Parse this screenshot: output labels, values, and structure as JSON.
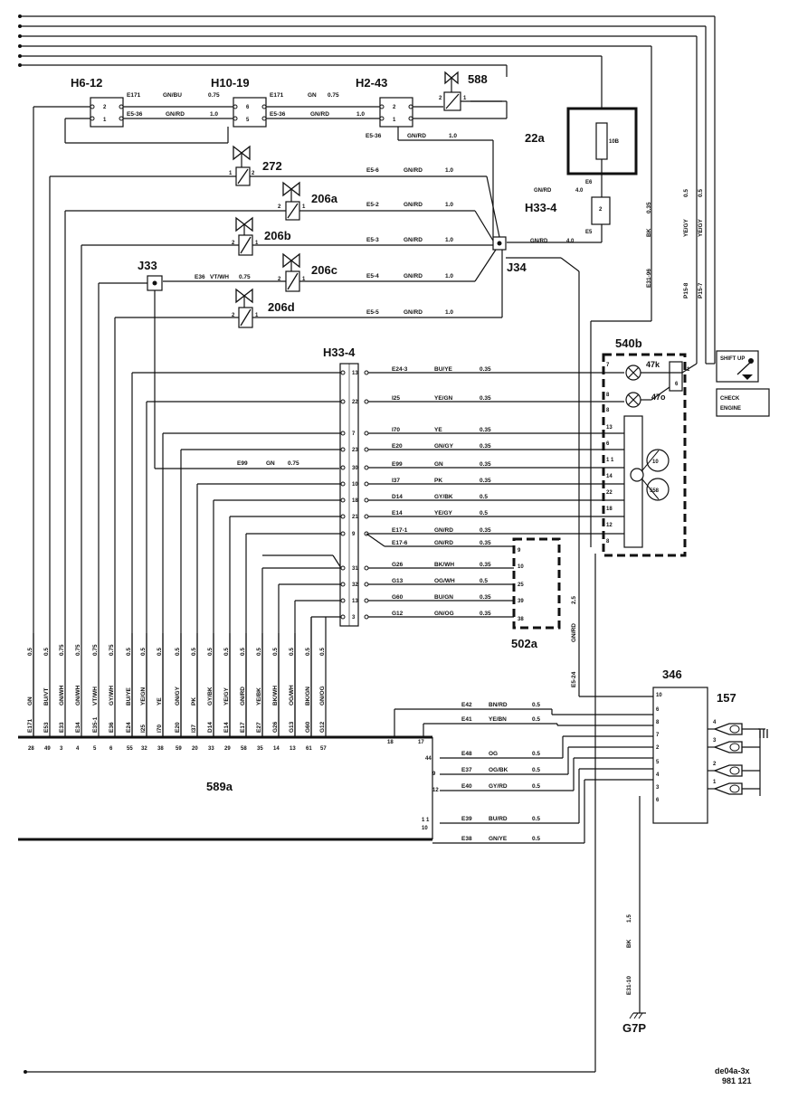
{
  "components": {
    "h6_12": "H6-12",
    "h10_19": "H10-19",
    "h2_43": "H2-43",
    "c588": "588",
    "c22a": "22a",
    "c272": "272",
    "c206a": "206a",
    "c206b": "206b",
    "c206c": "206c",
    "c206d": "206d",
    "h33_4_top": "H33-4",
    "j33": "J33",
    "j34": "J34",
    "h33_4": "H33-4",
    "c540b": "540b",
    "c47k": "47k",
    "c47o": "47o",
    "c502a": "502a",
    "c346": "346",
    "c157": "157",
    "c589a": "589a",
    "g7p": "G7P",
    "fuse_10a": "10B",
    "gauge_10": "10",
    "gauge_558": "558"
  },
  "panels": {
    "shift_up": "SHIFT UP",
    "check_engine_1": "CHECK",
    "check_engine_2": "ENGINE"
  },
  "footer": {
    "code": "de04a-3x",
    "page": "981    121"
  },
  "top_wires": {
    "w1_id": "E171",
    "w1_col": "GN/BU",
    "w1_sz": "0.75",
    "w2_id": "E171",
    "w2_col": "GN",
    "w2_sz": "0.75",
    "w3_id": "E5-36",
    "w3_col": "GN/RD",
    "w3_sz": "1.0",
    "w4_id": "E5-36",
    "w4_col": "GN/RD",
    "w4_sz": "1.0",
    "w5_id": "E5-36",
    "w5_col": "GN/RD",
    "w5_sz": "1.0",
    "w6_id": "E5-6",
    "w6_col": "GN/RD",
    "w6_sz": "1.0",
    "w7_id": "E5-2",
    "w7_col": "GN/RD",
    "w7_sz": "1.0",
    "w8_id": "E5-3",
    "w8_col": "GN/RD",
    "w8_sz": "1.0",
    "w9_id": "E5-4",
    "w9_col": "GN/RD",
    "w9_sz": "1.0",
    "w10_id": "E5-5",
    "w10_col": "GN/RD",
    "w10_sz": "1.0",
    "w11_id": "E36",
    "w11_col": "VT/WH",
    "w11_sz": "0.75",
    "w12_id": "E5",
    "w12_col": "GN/RD",
    "w12_sz": "4.0",
    "w13_id": "E6",
    "w13_sz": "4.0",
    "w14_id": "E5",
    "w14_col": "GN/RD",
    "w14_sz": "4.0"
  },
  "right_vertical": {
    "bk_sz": "0.35",
    "bk_col": "BK",
    "bk_id": "E31-96",
    "y1_sz": "0.5",
    "y1_col": "YE/GY",
    "y1_id": "P15-8",
    "y2_sz": "0.5",
    "y2_col": "YE/GY",
    "y2_id": "P15-7",
    "gr_sz": "2.5",
    "gr_col": "GN/RD",
    "gr_id": "E5-24",
    "g7_sz": "1.5",
    "g7_col": "BK",
    "g7_id": "E31-10"
  },
  "h33_rows": [
    {
      "pin": "13",
      "id": "E24-3",
      "col": "BU/YE",
      "sz": "0.35"
    },
    {
      "pin": "22",
      "id": "I25",
      "col": "YE/GN",
      "sz": "0.35"
    },
    {
      "pin": "7",
      "id": "I70",
      "col": "YE",
      "sz": "0.35"
    },
    {
      "pin": "23",
      "id": "E20",
      "col": "GN/GY",
      "sz": "0.35"
    },
    {
      "pin": "30",
      "id": "E99",
      "col": "GN",
      "sz": "0.35"
    },
    {
      "pin": "10",
      "id": "I37",
      "col": "PK",
      "sz": "0.35"
    },
    {
      "pin": "18",
      "id": "D14",
      "col": "GY/BK",
      "sz": "0.5"
    },
    {
      "pin": "21",
      "id": "E14",
      "col": "YE/GY",
      "sz": "0.5"
    },
    {
      "pin": "9",
      "id": "E17-1",
      "col": "GN/RD",
      "sz": "0.35"
    },
    {
      "pin": "",
      "id": "E17-6",
      "col": "GN/RD",
      "sz": "0.35"
    },
    {
      "pin": "31",
      "id": "G26",
      "col": "BK/WH",
      "sz": "0.35"
    },
    {
      "pin": "32",
      "id": "G13",
      "col": "OG/WH",
      "sz": "0.5"
    },
    {
      "pin": "13",
      "id": "G60",
      "col": "BU/GN",
      "sz": "0.35"
    },
    {
      "pin": "3",
      "id": "G12",
      "col": "GN/OG",
      "sz": "0.35"
    }
  ],
  "e99_left": {
    "id": "E99",
    "col": "GN",
    "sz": "0.75"
  },
  "b540_pins": [
    "7",
    "8",
    "8",
    "13",
    "6",
    "1 1",
    "14",
    "22",
    "18",
    "12",
    "8"
  ],
  "b540_top_pins": [
    "1",
    "6"
  ],
  "b502_pins": [
    "9",
    "10",
    "25",
    "39",
    "38"
  ],
  "left_columns": [
    {
      "sz": "0.5",
      "col": "GN",
      "id": "E171",
      "pin": "28"
    },
    {
      "sz": "0.5",
      "col": "BU/VT",
      "id": "E53",
      "pin": "49"
    },
    {
      "sz": "0.75",
      "col": "GN/WH",
      "id": "E33",
      "pin": "3"
    },
    {
      "sz": "0.75",
      "col": "GN/WH",
      "id": "E34",
      "pin": "4"
    },
    {
      "sz": "0.75",
      "col": "VT/WH",
      "id": "E35-1",
      "pin": "5"
    },
    {
      "sz": "0.75",
      "col": "GY/WH",
      "id": "E36",
      "pin": "6"
    },
    {
      "sz": "0.5",
      "col": "BU/YE",
      "id": "E24",
      "pin": "55"
    },
    {
      "sz": "0.5",
      "col": "YE/GN",
      "id": "I25",
      "pin": "32"
    },
    {
      "sz": "0.5",
      "col": "YE",
      "id": "I70",
      "pin": "38"
    },
    {
      "sz": "0.5",
      "col": "GN/GY",
      "id": "E20",
      "pin": "59"
    },
    {
      "sz": "0.5",
      "col": "PK",
      "id": "I37",
      "pin": "20"
    },
    {
      "sz": "0.5",
      "col": "GY/BK",
      "id": "D14",
      "pin": "33"
    },
    {
      "sz": "0.5",
      "col": "YE/GY",
      "id": "E14",
      "pin": "29"
    },
    {
      "sz": "0.5",
      "col": "GN/RD",
      "id": "E17",
      "pin": "58"
    },
    {
      "sz": "0.5",
      "col": "YE/BK",
      "id": "E27",
      "pin": "35"
    },
    {
      "sz": "0.5",
      "col": "BK/WH",
      "id": "G26",
      "pin": "14"
    },
    {
      "sz": "0.5",
      "col": "OG/WH",
      "id": "G13",
      "pin": "13"
    },
    {
      "sz": "0.5",
      "col": "BK/GN",
      "id": "G60",
      "pin": "61"
    },
    {
      "sz": "0.5",
      "col": "GN/OG",
      "id": "G12",
      "pin": "57"
    }
  ],
  "b589_wires": [
    {
      "pin": "18",
      "id": "E42",
      "col": "BN/RD",
      "sz": "0.5"
    },
    {
      "pin": "17",
      "id": "E41",
      "col": "YE/BN",
      "sz": "0.5"
    },
    {
      "pin": "44",
      "id": "E48",
      "col": "OG",
      "sz": "0.5"
    },
    {
      "pin": "9",
      "id": "E37",
      "col": "OG/BK",
      "sz": "0.5"
    },
    {
      "pin": "12",
      "id": "E40",
      "col": "GY/RD",
      "sz": "0.5"
    },
    {
      "pin": "1 1",
      "id": "E39",
      "col": "BU/RD",
      "sz": "0.5"
    },
    {
      "pin": "10",
      "id": "E38",
      "col": "GN/YE",
      "sz": "0.5"
    }
  ],
  "b346_pins": [
    "10",
    "6",
    "8",
    "7",
    "2",
    "5",
    "4",
    "3",
    "6"
  ],
  "b157_pins": [
    "4",
    "3",
    "2",
    "1"
  ],
  "connector_pins": {
    "h6_a": "2",
    "h6_b": "1",
    "h10_a": "6",
    "h10_b": "5",
    "h2_a": "2",
    "h2_b": "1",
    "v588_a": "2",
    "v588_b": "1",
    "v272_a": "1",
    "v272_b": "2",
    "v206a_a": "2",
    "v206a_b": "1",
    "v206b_a": "2",
    "v206b_b": "1",
    "v206c_a": "2",
    "v206c_b": "1",
    "v206d_a": "2",
    "v206d_b": "1",
    "fuse2": "2"
  }
}
